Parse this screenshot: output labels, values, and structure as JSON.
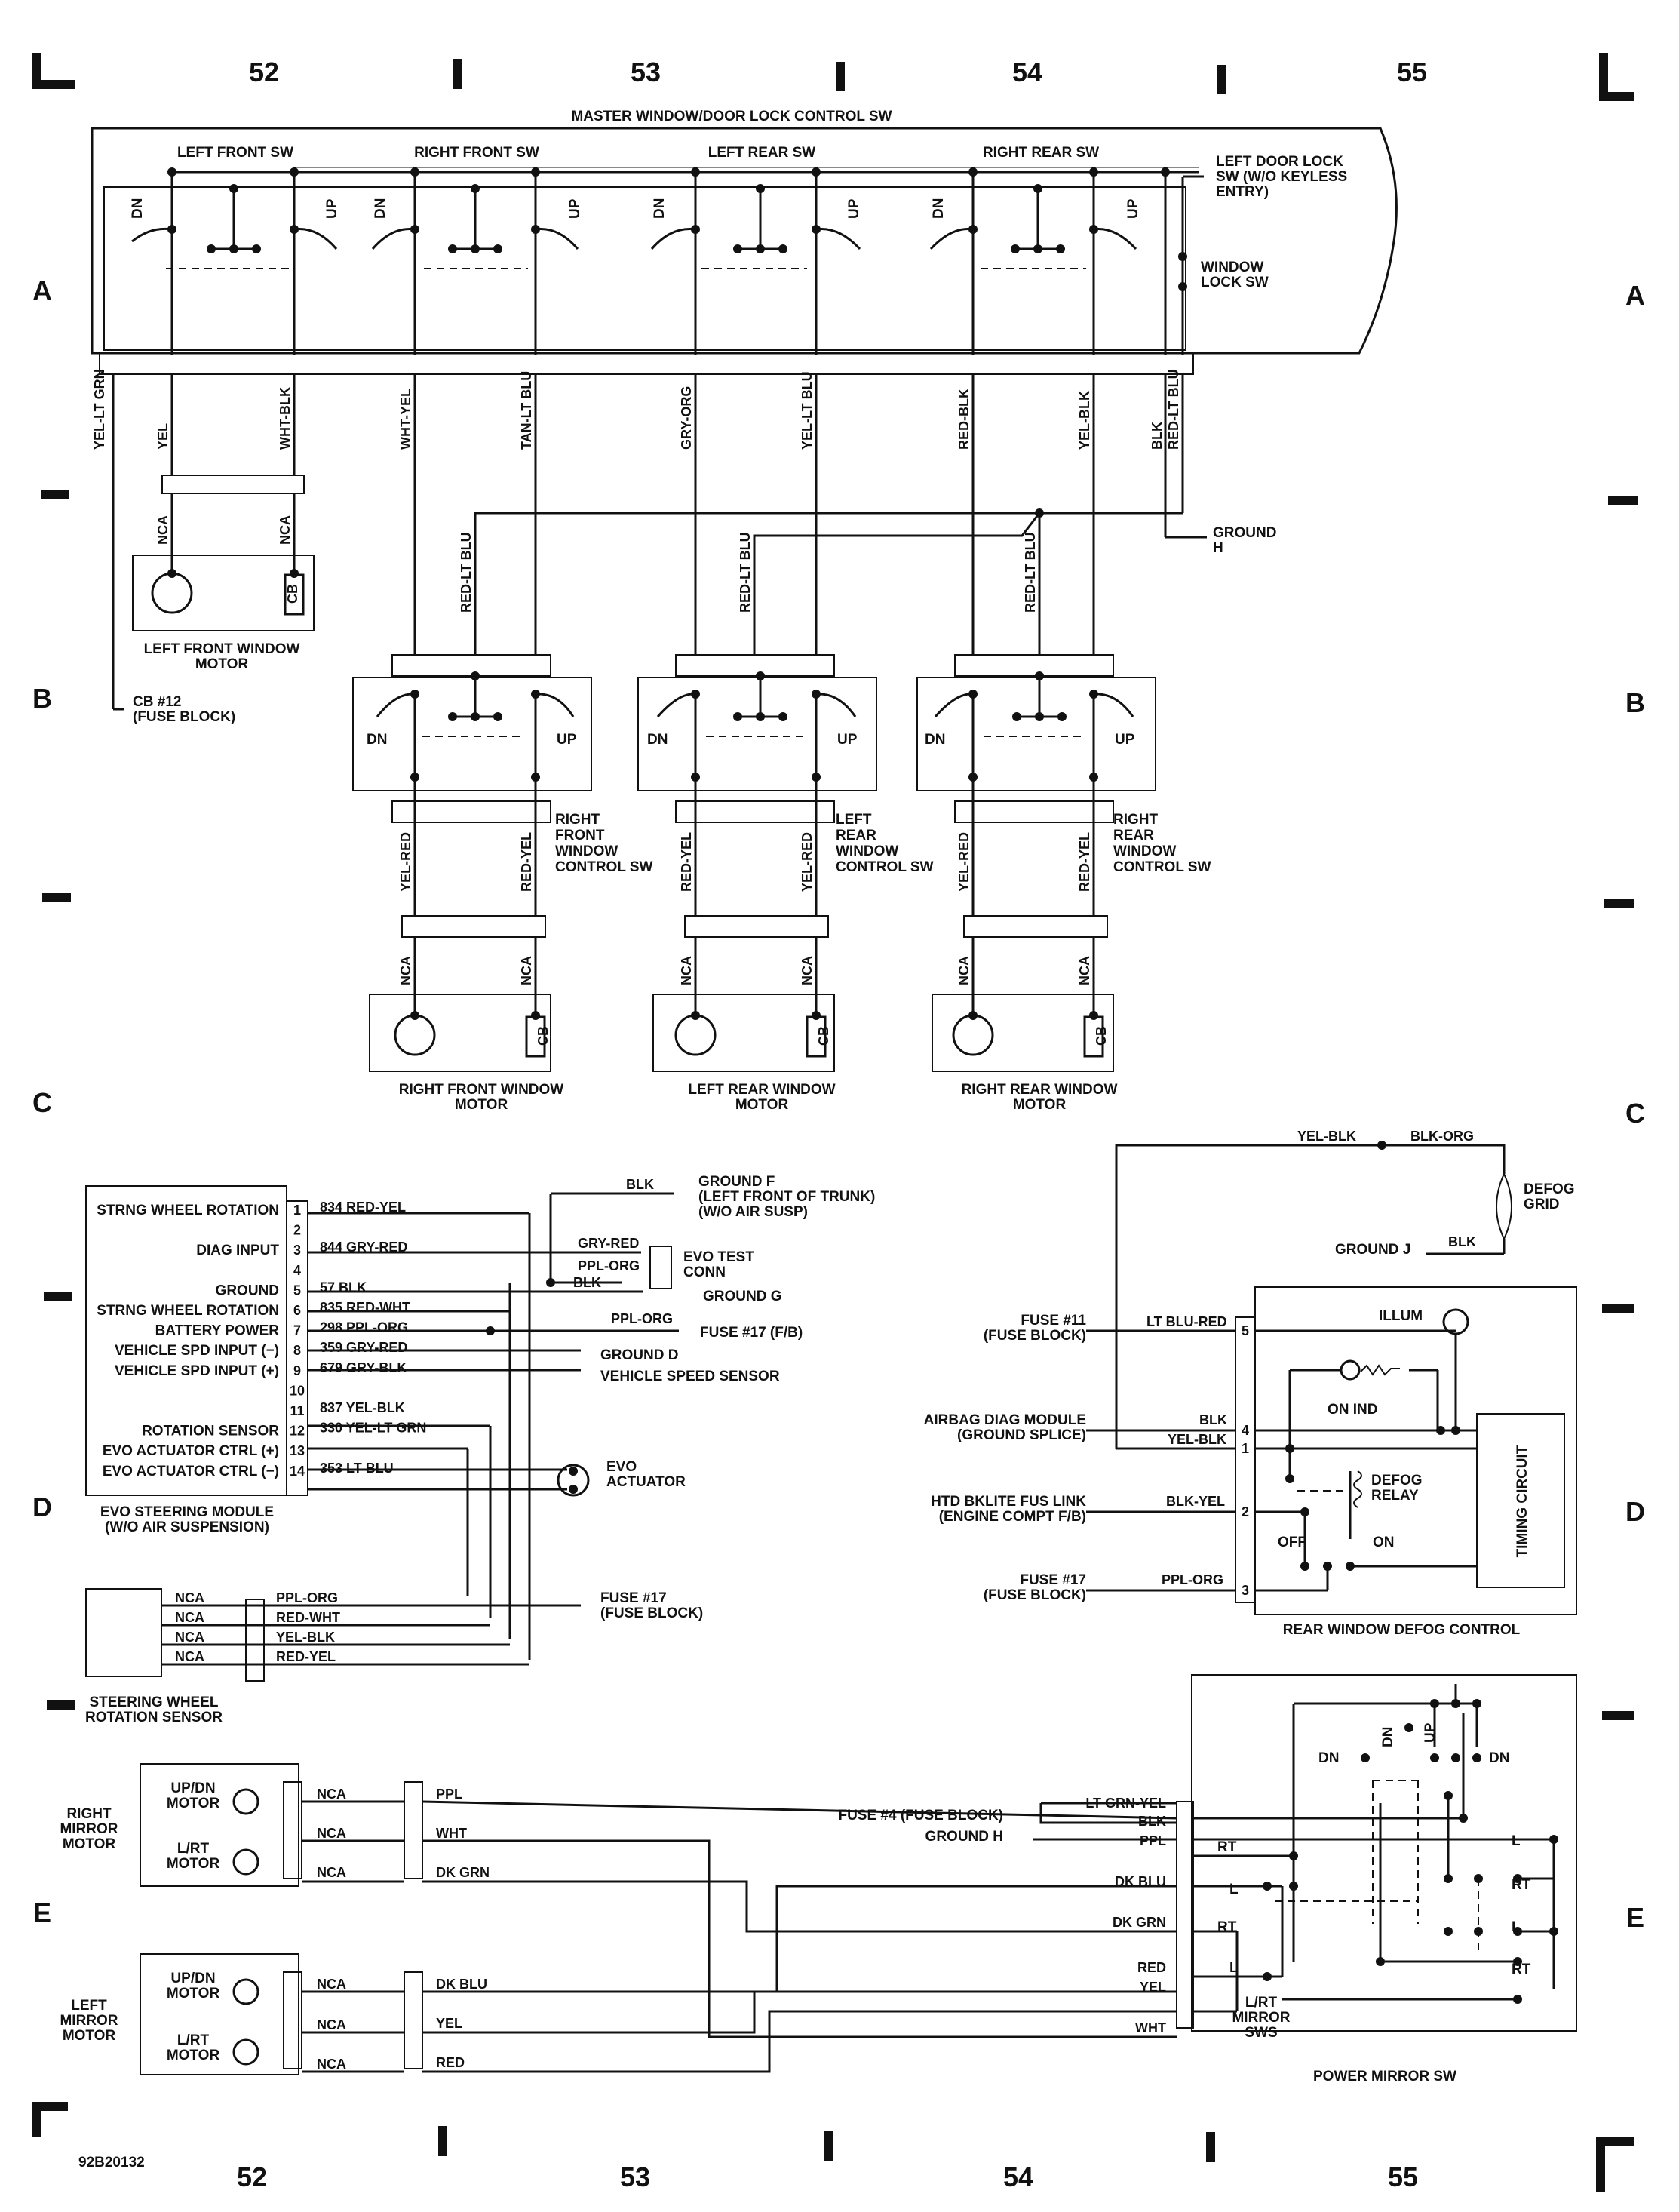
{
  "sheet": {
    "id": "92B20132",
    "columns": [
      "52",
      "53",
      "54",
      "55"
    ],
    "rows": [
      "A",
      "B",
      "C",
      "D",
      "E"
    ]
  },
  "master_switch": {
    "title": "MASTER WINDOW/DOOR LOCK CONTROL SW",
    "switches": [
      "LEFT FRONT SW",
      "RIGHT FRONT SW",
      "LEFT REAR SW",
      "RIGHT REAR SW"
    ],
    "dn": "DN",
    "up": "UP",
    "door_lock_note": [
      "LEFT DOOR LOCK",
      "SW (W/O KEYLESS",
      "ENTRY)"
    ],
    "window_lock": [
      "WINDOW",
      "LOCK SW"
    ],
    "wires": [
      "YEL-LT GRN",
      "YEL",
      "WHT-BLK",
      "WHT-YEL",
      "TAN-LT BLU",
      "GRY-ORG",
      "YEL-LT BLU",
      "RED-BLK",
      "YEL-BLK",
      "BLK",
      "RED-LT BLU"
    ],
    "ground": [
      "GROUND",
      "H"
    ]
  },
  "lf_motor": {
    "wires": [
      "NCA",
      "NCA"
    ],
    "cb": "CB",
    "label": [
      "LEFT FRONT WINDOW",
      "MOTOR"
    ],
    "cb_note": [
      "CB #12",
      "(FUSE BLOCK)"
    ]
  },
  "window_controls": [
    {
      "label": [
        "RIGHT",
        "FRONT",
        "WINDOW",
        "CONTROL SW"
      ],
      "feed": "RED-LT BLU",
      "wires": [
        "YEL-RED",
        "RED-YEL"
      ],
      "nca": [
        "NCA",
        "NCA"
      ],
      "cb": "CB",
      "motor": [
        "RIGHT FRONT WINDOW",
        "MOTOR"
      ]
    },
    {
      "label": [
        "LEFT",
        "REAR",
        "WINDOW",
        "CONTROL SW"
      ],
      "feed": "RED-LT BLU",
      "wires": [
        "RED-YEL",
        "YEL-RED"
      ],
      "nca": [
        "NCA",
        "NCA"
      ],
      "cb": "CB",
      "motor": [
        "LEFT REAR WINDOW",
        "MOTOR"
      ]
    },
    {
      "label": [
        "RIGHT",
        "REAR",
        "WINDOW",
        "CONTROL SW"
      ],
      "feed": "RED-LT BLU",
      "wires": [
        "YEL-RED",
        "RED-YEL"
      ],
      "nca": [
        "NCA",
        "NCA"
      ],
      "cb": "CB",
      "motor": [
        "RIGHT REAR WINDOW",
        "MOTOR"
      ]
    }
  ],
  "evo": {
    "pins": [
      {
        "label": "STRNG WHEEL ROTATION",
        "pin": "1",
        "wire": "834 RED-YEL"
      },
      {
        "label": "",
        "pin": "2",
        "wire": ""
      },
      {
        "label": "DIAG INPUT",
        "pin": "3",
        "wire": "844 GRY-RED"
      },
      {
        "label": "",
        "pin": "4",
        "wire": ""
      },
      {
        "label": "GROUND",
        "pin": "5",
        "wire": "57 BLK"
      },
      {
        "label": "STRNG WHEEL ROTATION",
        "pin": "6",
        "wire": "835 RED-WHT"
      },
      {
        "label": "BATTERY POWER",
        "pin": "7",
        "wire": "298 PPL-ORG"
      },
      {
        "label": "VEHICLE SPD INPUT (−)",
        "pin": "8",
        "wire": "359 GRY-RED"
      },
      {
        "label": "VEHICLE SPD INPUT (+)",
        "pin": "9",
        "wire": "679 GRY-BLK"
      },
      {
        "label": "",
        "pin": "10",
        "wire": ""
      },
      {
        "label": "",
        "pin": "11",
        "wire": "837 YEL-BLK"
      },
      {
        "label": "ROTATION SENSOR",
        "pin": "12",
        "wire": "330 YEL-LT GRN"
      },
      {
        "label": "EVO ACTUATOR CTRL (+)",
        "pin": "13",
        "wire": ""
      },
      {
        "label": "EVO ACTUATOR CTRL (−)",
        "pin": "14",
        "wire": "353 LT BLU"
      }
    ],
    "module": [
      "EVO STEERING MODULE",
      "(W/O AIR SUSPENSION)"
    ],
    "ground_f": [
      "GROUND F",
      "(LEFT FRONT OF TRUNK)",
      "(W/O AIR SUSP)"
    ],
    "blk": "BLK",
    "test_conn": [
      "EVO TEST",
      "CONN"
    ],
    "gry_red": "GRY-RED",
    "ppl_org": "PPL-ORG",
    "ground_g": "GROUND G",
    "fuse17": "FUSE #17 (F/B)",
    "ground_d": "GROUND D",
    "vss": "VEHICLE SPEED SENSOR",
    "actuator": [
      "EVO",
      "ACTUATOR"
    ],
    "sensor_wires": [
      "PPL-ORG",
      "RED-WHT",
      "YEL-BLK",
      "RED-YEL"
    ],
    "sensor_nca": [
      "NCA",
      "NCA",
      "NCA",
      "NCA"
    ],
    "sensor": [
      "STEERING WHEEL",
      "ROTATION SENSOR"
    ],
    "fuse17_block": [
      "FUSE #17",
      "(FUSE BLOCK)"
    ]
  },
  "defog": {
    "grid": [
      "DEFOG",
      "GRID"
    ],
    "yel_blk": "YEL-BLK",
    "blk_org": "BLK-ORG",
    "ground_j": "GROUND J",
    "blk": "BLK",
    "fuse11": [
      "FUSE #11",
      "(FUSE BLOCK)"
    ],
    "lt_blu_red": "LT BLU-RED",
    "airbag": [
      "AIRBAG DIAG MODULE",
      "(GROUND SPLICE)"
    ],
    "blk2": "BLK",
    "yel_blk2": "YEL-BLK",
    "htd": [
      "HTD BKLITE FUS LINK",
      "(ENGINE COMPT F/B)"
    ],
    "blk_yel": "BLK-YEL",
    "fuse17": [
      "FUSE #17",
      "(FUSE BLOCK)"
    ],
    "ppl_org": "PPL-ORG",
    "pins": [
      "5",
      "4",
      "1",
      "2",
      "3"
    ],
    "illum": "ILLUM",
    "on_ind": "ON IND",
    "relay": [
      "DEFOG",
      "RELAY"
    ],
    "off": "OFF",
    "on": "ON",
    "timing": "TIMING CIRCUIT",
    "control": "REAR WINDOW DEFOG CONTROL"
  },
  "mirror": {
    "right": [
      "RIGHT",
      "MIRROR",
      "MOTOR"
    ],
    "left": [
      "LEFT",
      "MIRROR",
      "MOTOR"
    ],
    "updn": [
      "UP/DN",
      "MOTOR"
    ],
    "lrt": [
      "L/RT",
      "MOTOR"
    ],
    "nca": "NCA",
    "right_wires": [
      "PPL",
      "WHT",
      "DK GRN"
    ],
    "left_wires": [
      "DK BLU",
      "YEL",
      "RED"
    ],
    "fuse4": "FUSE #4 (FUSE BLOCK)",
    "ground_h": "GROUND H",
    "sw_wires": [
      "LT GRN-YEL",
      "BLK",
      "PPL",
      "DK BLU",
      "DK GRN",
      "RED",
      "YEL",
      "WHT"
    ],
    "dn": "DN",
    "up": "UP",
    "l": "L",
    "rt": "RT",
    "sws": [
      "L/RT",
      "MIRROR",
      "SWS"
    ],
    "title": "POWER MIRROR SW"
  }
}
